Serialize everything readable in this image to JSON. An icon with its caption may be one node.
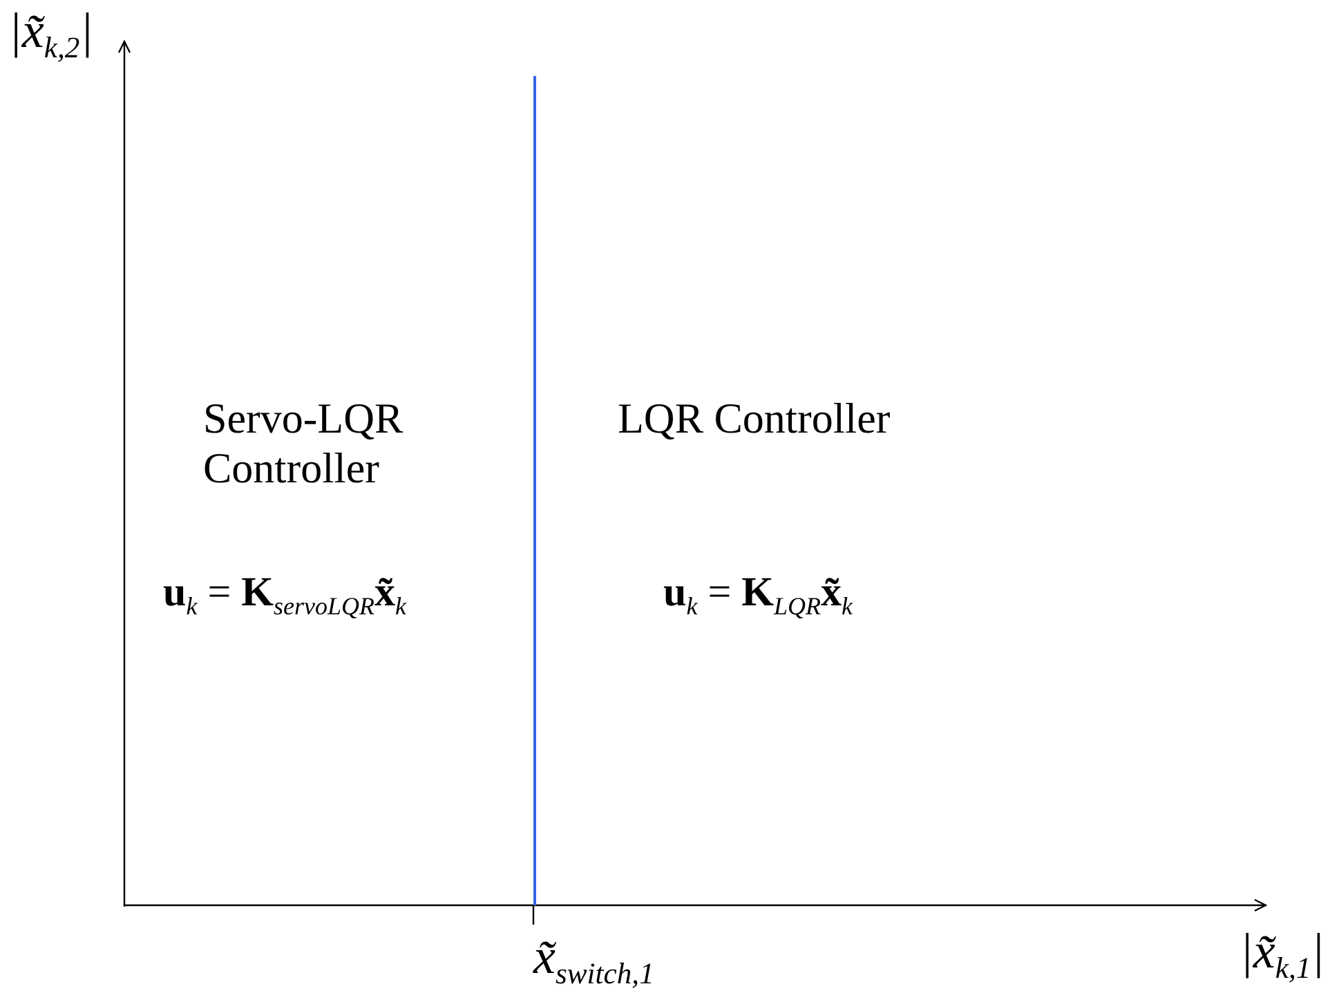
{
  "diagram": {
    "labels": [
      "|x̃$_{k,2}$|",
      "Servo-LQR Controller",
      "LQR Controller",
      "**u**$_{k}$ = **K**$_{servoLQR}$**x̃**$_{k}$",
      "**u**$_{k}$ = **K**$_{LQR}$**x̃**$_{k}$",
      "x̃$_{switch,1}$",
      "|x̃$_{k,1}$|"
    ]
  }
}
